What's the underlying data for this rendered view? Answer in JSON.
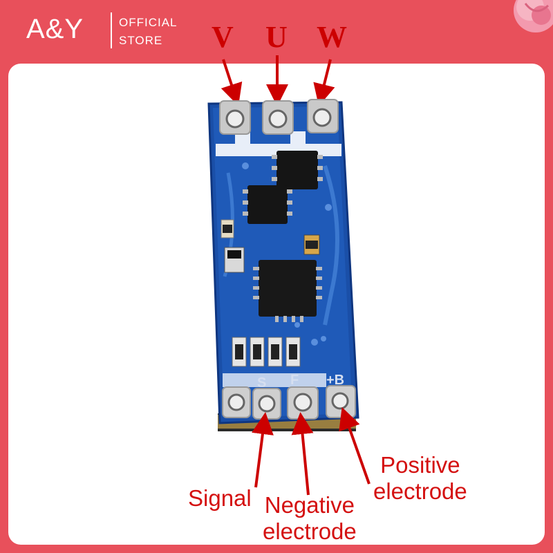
{
  "brand": {
    "logo": "A&Y",
    "line1": "OFFICIAL",
    "line2": "STORE"
  },
  "phases": {
    "v": "V",
    "u": "U",
    "w": "W"
  },
  "labels": {
    "signal": "Signal",
    "negative": "Negative electrode",
    "negative_line1": "Negative",
    "negative_line2": "electrode",
    "positive_line1": "Positive",
    "positive_line2": "electrode"
  },
  "pcb_silkscreen": [
    "S",
    "F",
    "+B"
  ],
  "colors": {
    "border": "#e8505b",
    "pcb": "#1a4fa8",
    "annotation": "#cc0000"
  }
}
